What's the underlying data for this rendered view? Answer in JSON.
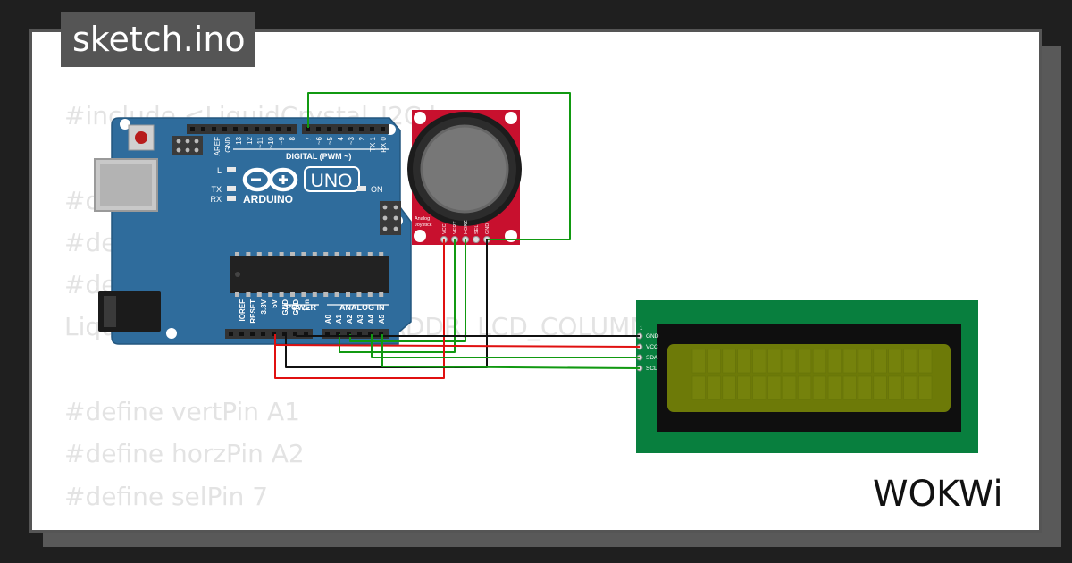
{
  "title": "sketch.ino",
  "code_lines": [
    "#include <LiquidCrystal_I2C.h>",
    "",
    "#define I2C_ADDR   0x27",
    "#define LCD_COLUMNS 16",
    "#define LCD_LINES   2",
    "LiquidCrystal_I2C lcd(I2C_ADDR, LCD_COLUMNS",
    "",
    "#define vertPin A1",
    "#define horzPin A2",
    "#define selPin 7"
  ],
  "board": {
    "brand": "ARDUINO",
    "model": "UNO",
    "digital_label": "DIGITAL (PWM ~)",
    "power_label": "POWER",
    "analog_label": "ANALOG IN",
    "led_l": "L",
    "led_tx": "TX",
    "led_rx": "RX",
    "led_on": "ON",
    "top_pins": [
      "AREF",
      "GND",
      "13",
      "12",
      "~11",
      "~10",
      "~9",
      "8",
      "7",
      "~6",
      "~5",
      "4",
      "~3",
      "2",
      "TX 1",
      "RX 0"
    ],
    "power_pins": [
      "IOREF",
      "RESET",
      "3.3V",
      "5V",
      "GND",
      "GND",
      "Vin"
    ],
    "analog_pins": [
      "A0",
      "A1",
      "A2",
      "A3",
      "A4",
      "A5"
    ]
  },
  "joystick": {
    "label_line1": "Analog",
    "label_line2": "Joystick",
    "pins": [
      "VCC",
      "VERT",
      "HORZ",
      "SEL",
      "GND"
    ]
  },
  "lcd": {
    "pin_index": "1",
    "pins": [
      "GND",
      "VCC",
      "SDA",
      "SCL"
    ]
  },
  "logo": "WOKWi",
  "colors": {
    "board": "#2f6c9c",
    "joystick_pcb": "#c8102e",
    "lcd_pcb": "#087f3e",
    "lcd_screen": "#6d7a08",
    "wire_green": "#119911",
    "wire_red": "#e01010",
    "wire_black": "#111111"
  }
}
